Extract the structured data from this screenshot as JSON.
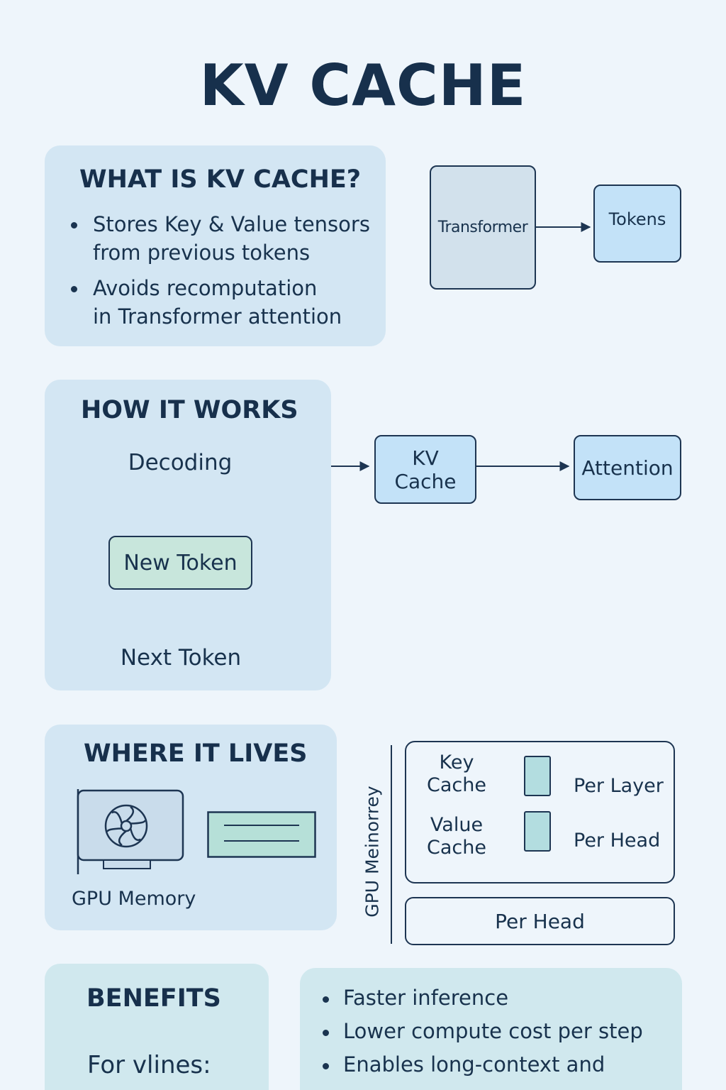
{
  "title": "KV CACHE",
  "what": {
    "heading": "WHAT IS KV CACHE?",
    "bullets": [
      {
        "line1": "Stores Key & Value tensors",
        "line2": "from previous tokens"
      },
      {
        "line1": "Avoids recomputation",
        "line2": "in Transformer attention"
      }
    ],
    "transformer_label": "Transformer",
    "tokens_label": "Tokens"
  },
  "how": {
    "heading": "HOW IT WORKS",
    "decoding": "Decoding",
    "new_token": "New Token",
    "next_token": "Next Token",
    "kv_line1": "KV",
    "kv_line2": "Cache",
    "attention": "Attention"
  },
  "where": {
    "heading": "WHERE IT LIVES",
    "gpu_memory": "GPU Memory",
    "vertical_label": "GPU Meinorrey",
    "key_line1": "Key",
    "key_line2": "Cache",
    "value_line1": "Value",
    "value_line2": "Cache",
    "per_layer": "Per Layer",
    "per_head_inner": "Per Head",
    "per_head_bar": "Per Head"
  },
  "benefits": {
    "heading": "BENEFITS",
    "for_lines": "For vlines:",
    "items": [
      "Faster inference",
      "Lower compute cost per step",
      "Enables long-context and"
    ]
  },
  "colors": {
    "background": "#eef5fb",
    "panel": "#d3e6f3",
    "box_blue": "#c3e2f8",
    "box_green": "#c8e6dc",
    "box_gray": "#d2e1ec",
    "teal": "#b3dde0",
    "ink": "#17304c"
  }
}
